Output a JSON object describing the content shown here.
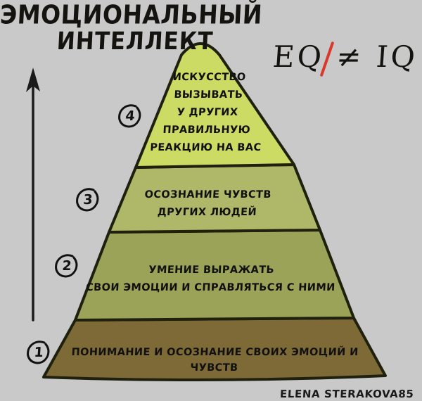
{
  "background_color": "#c9c9c9",
  "title": {
    "line1": "ЭМОЦИОНАЛЬНЫЙ",
    "line2": "ИНТЕЛЛЕКТ"
  },
  "formula": {
    "left_term": "EQ",
    "operator": "≠",
    "right_term": "IQ",
    "plain": "EQ ≠ IQ",
    "slash_color": "#d8392b"
  },
  "arrow": {
    "label": "upward-growth-arrow",
    "direction": "up",
    "color": "#1a1a1a"
  },
  "pyramid": {
    "levels": [
      {
        "number": "4",
        "text": "ИСКУССТВО\nВЫЗЫВАТЬ\nУ ДРУГИХ\nПРАВИЛЬНУЮ\nРЕАКЦИЮ НА ВАС",
        "color": "#cbdb63"
      },
      {
        "number": "3",
        "text": "ОСОЗНАНИЕ ЧУВСТВ\nДРУГИХ ЛЮДЕЙ",
        "color": "#aeb868"
      },
      {
        "number": "2",
        "text": "УМЕНИЕ ВЫРАЖАТЬ\nСВОИ ЭМОЦИИ И СПРАВЛЯТЬСЯ С НИМИ",
        "color": "#9aa357"
      },
      {
        "number": "1",
        "text": "ПОНИМАНИЕ И ОСОЗНАНИЕ СВОИХ ЭМОЦИЙ И ЧУВСТВ",
        "color": "#7d6a36"
      }
    ],
    "outline_color": "#20200f"
  },
  "signature": "ELENA STERAKOVA85"
}
